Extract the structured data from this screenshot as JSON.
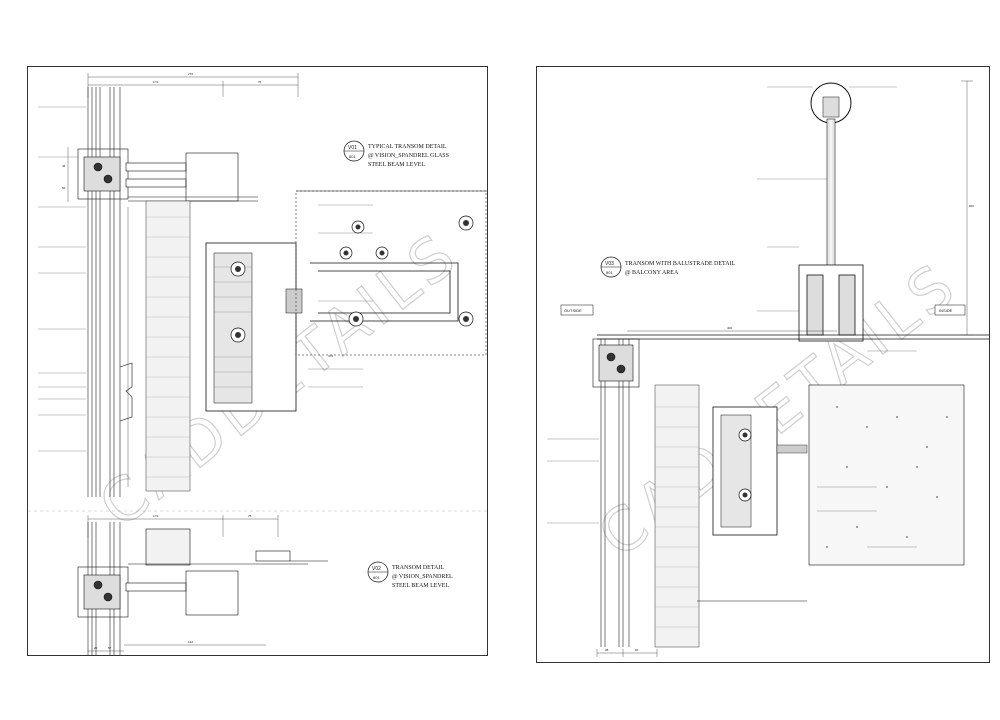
{
  "watermark": "CADDETAILS",
  "left_sheet": {
    "detail_1": {
      "tag_top": "V01",
      "tag_bottom": "801",
      "title_line1": "TYPICAL TRANSOM DETAIL",
      "title_line2": "@ VISION_SPANDREL GLASS",
      "title_line3": "STEEL BEAM LEVEL"
    },
    "detail_2": {
      "tag_top": "V02",
      "tag_bottom": "801",
      "title_line1": "TRANSOM DETAIL",
      "title_line2": "@ VISION_SPANDREL",
      "title_line3": "STEEL BEAM LEVEL"
    },
    "dims": {
      "top_overall": "276",
      "top_a": "173",
      "top_b": "75",
      "mid_a": "370",
      "vert_a": "45",
      "vert_b": "50",
      "bottom_a": "20",
      "bottom_b": "57",
      "d2_top_a": "173",
      "d2_top_b": "75",
      "d2_bottom": "162"
    }
  },
  "right_sheet": {
    "detail": {
      "tag_top": "V03",
      "tag_bottom": "801",
      "title_line1": "TRANSOM WITH BALUSTRADE DETAIL",
      "title_line2": "@ BALCONY AREA"
    },
    "outside_label": "OUTSIDE",
    "inside_label": "INSIDE",
    "dims": {
      "vert_overall": "900",
      "horiz_a": "400",
      "bottom_a": "38",
      "bottom_b": "60"
    }
  }
}
